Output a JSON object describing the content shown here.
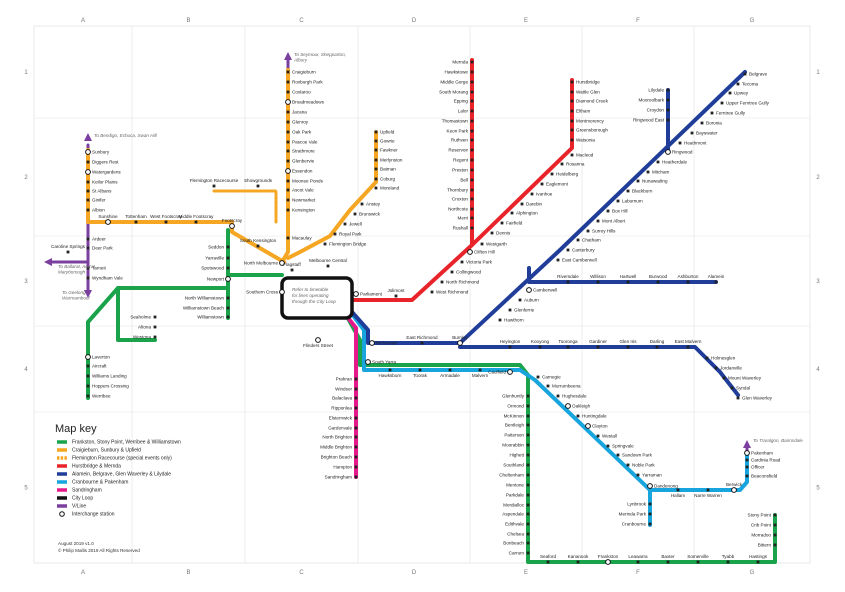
{
  "colors": {
    "frankston": "#1aa34a",
    "craigieburn": "#f5a623",
    "racecourse": "#f5a623",
    "hurstbridge": "#e8232a",
    "alamein": "#1f3d99",
    "cranbourne": "#18a4dc",
    "sandringham": "#e6198a",
    "city_loop": "#111111",
    "vline": "#7b3fa0"
  },
  "grid": {
    "columns": [
      "A",
      "B",
      "C",
      "D",
      "E",
      "F",
      "G"
    ],
    "rows": [
      "1",
      "2",
      "3",
      "4",
      "5"
    ]
  },
  "loop_note": "Refer to timetable for lines operating through the City Loop",
  "directions": {
    "seymour": "To Seymour, Shepparton, Albury",
    "bendigo": "To Bendigo, Echuca, Swan Hill",
    "ballarat": "To Ballarat, Ararat, Maryborough",
    "geelong": "To Geelong Warrnambool",
    "traralgon": "To Traralgon, Bairnsdale"
  },
  "stations": {
    "craigieburn_line": [
      "Craigieburn",
      "Roxburgh Park",
      "Coolaroo",
      "Broadmeadows",
      "Jacana",
      "Glenroy",
      "Oak Park",
      "Pascoe Vale",
      "Strathmore",
      "Glenbervie",
      "Essendon",
      "Moonee Ponds",
      "Ascot Vale",
      "Newmarket",
      "Kensington",
      "Macaulay",
      "Flagstaff",
      "Melbourne Central"
    ],
    "sunbury_line": [
      "Sunbury",
      "Diggers Rest",
      "Watergardens",
      "Keilor Plains",
      "St Albans",
      "Ginifer",
      "Albion",
      "Sunshine",
      "Tottenham",
      "West Footscray",
      "Middle Footscray",
      "Footscray",
      "Seddon",
      "Yarraville",
      "Spotswood",
      "Newport",
      "South Kensington",
      "North Melbourne",
      "Southern Cross"
    ],
    "vline_west": [
      "Ardeer",
      "Deer Park",
      "Caroline Springs",
      "Tarneit",
      "Wyndham Vale"
    ],
    "racecourse": [
      "Flemington Racecourse",
      "Showgrounds"
    ],
    "upfield_line": [
      "Upfield",
      "Gowrie",
      "Fawkner",
      "Merlynston",
      "Batman",
      "Coburg",
      "Moreland",
      "Anstey",
      "Brunswick",
      "Jewell",
      "Royal Park",
      "Flemington Bridge"
    ],
    "mernda_line": [
      "Mernda",
      "Hawkstowe",
      "Middle Gorge",
      "South Morang",
      "Epping",
      "Lalor",
      "Thomastown",
      "Keon Park",
      "Ruthven",
      "Reservoir",
      "Regent",
      "Preston",
      "Bell",
      "Thornbury",
      "Croxton",
      "Northcote",
      "Merri",
      "Rushall",
      "Westgarth",
      "Clifton Hill",
      "Victoria Park",
      "Collingwood",
      "North Richmond",
      "West Richmond",
      "Jolimont",
      "Parliament"
    ],
    "hurstbridge_line": [
      "Hurstbridge",
      "Wattle Glen",
      "Diamond Creek",
      "Eltham",
      "Montmorency",
      "Greensborough",
      "Watsonia",
      "Macleod",
      "Rosanna",
      "Heidelberg",
      "Eaglemont",
      "Ivanhoe",
      "Darebin",
      "Alphington",
      "Fairfield",
      "Dennis"
    ],
    "belgrave_line": [
      "Belgrave",
      "Tecoma",
      "Upwey",
      "Upper Ferntree Gully",
      "Ferntree Gully",
      "Boronia",
      "Bayswater",
      "Heatherdale",
      "Mitcham",
      "Nunawading",
      "Blackburn",
      "Laburnum",
      "Box Hill",
      "Mont Albert",
      "Surrey Hills",
      "Chatham",
      "Canterbury",
      "East Camberwell",
      "Camberwell",
      "Auburn",
      "Glenferrie",
      "Hawthorn",
      "Burnley",
      "East Richmond",
      "Richmond",
      "Flinders Street"
    ],
    "lilydale_line": [
      "Lilydale",
      "Mooroolbark",
      "Croydon",
      "Ringwood East",
      "Heathmont",
      "Ringwood"
    ],
    "alamein_line": [
      "Riversdale",
      "Willison",
      "Hartwell",
      "Burwood",
      "Ashburton",
      "Alamein"
    ],
    "glen_waverley_line": [
      "Heyington",
      "Kooyong",
      "Tooronga",
      "Gardiner",
      "Glen Iris",
      "Darling",
      "East Malvern",
      "Holmesglen",
      "Jordanville",
      "Mount Waverley",
      "Syndal",
      "Glen Waverley"
    ],
    "sandringham_line": [
      "South Yarra",
      "Prahran",
      "Windsor",
      "Balaclava",
      "Ripponlea",
      "Elsternwick",
      "Gardenvale",
      "North Brighton",
      "Middle Brighton",
      "Brighton Beach",
      "Hampton",
      "Sandringham"
    ],
    "frankston_trunk": [
      "Hawksburn",
      "Toorak",
      "Armadale",
      "Malvern",
      "Caulfield",
      "Glenhuntly",
      "Ormond",
      "McKinnon",
      "Bentleigh",
      "Patterson",
      "Moorabbin",
      "Highett",
      "Southland",
      "Cheltenham",
      "Mentone",
      "Parkdale",
      "Mordialloc",
      "Aspendale",
      "Edithvale",
      "Chelsea",
      "Bonbeach",
      "Carrum",
      "Seaford",
      "Kananook",
      "Frankston"
    ],
    "stony_point_line": [
      "Leawarra",
      "Baxter",
      "Somerville",
      "Tyabb",
      "Hastings",
      "Bittern",
      "Morradoo",
      "Crib Point",
      "Stony Point"
    ],
    "cranbourne_line": [
      "Carnegie",
      "Murrumbeena",
      "Hughesdale",
      "Oakleigh",
      "Huntingdale",
      "Clayton",
      "Westall",
      "Springvale",
      "Sandown Park",
      "Noble Park",
      "Yarraman",
      "Dandenong",
      "Lynbrook",
      "Merinda Park",
      "Cranbourne",
      "Hallam",
      "Narre Warren",
      "Berwick",
      "Beaconsfield",
      "Officer",
      "Cardinia Road",
      "Pakenham"
    ],
    "williamstown_line": [
      "North Williamstown",
      "Williamstown Beach",
      "Williamstown"
    ],
    "werribee_line": [
      "Seaholme",
      "Altona",
      "Westona",
      "Laverton",
      "Aircraft",
      "Williams Landing",
      "Hoppers Crossing",
      "Werribee"
    ]
  },
  "map_key": {
    "title": "Map key",
    "items": [
      {
        "label": "Frankston, Stony Point, Werribee & Williamstown",
        "color": "#1aa34a",
        "style": "line"
      },
      {
        "label": "Craigieburn, Sunbury & Upfield",
        "color": "#f5a623",
        "style": "line"
      },
      {
        "label": "Flemington Racecourse (special events only)",
        "color": "#f5a623",
        "style": "dashed"
      },
      {
        "label": "Hurstbridge & Mernda",
        "color": "#e8232a",
        "style": "line"
      },
      {
        "label": "Alamein, Belgrave, Glen Waverley & Lilydale",
        "color": "#1f3d99",
        "style": "line"
      },
      {
        "label": "Cranbourne & Pakenham",
        "color": "#18a4dc",
        "style": "line"
      },
      {
        "label": "Sandringham",
        "color": "#e6198a",
        "style": "line"
      },
      {
        "label": "City Loop",
        "color": "#111111",
        "style": "line"
      },
      {
        "label": "V/Line",
        "color": "#7b3fa0",
        "style": "line"
      },
      {
        "label": "Interchange station",
        "color": "#111111",
        "style": "circle"
      }
    ]
  },
  "footer": {
    "version": "August 2019 v1.0",
    "copyright": "© Philip Mallis 2019 All Rights Reserved"
  }
}
